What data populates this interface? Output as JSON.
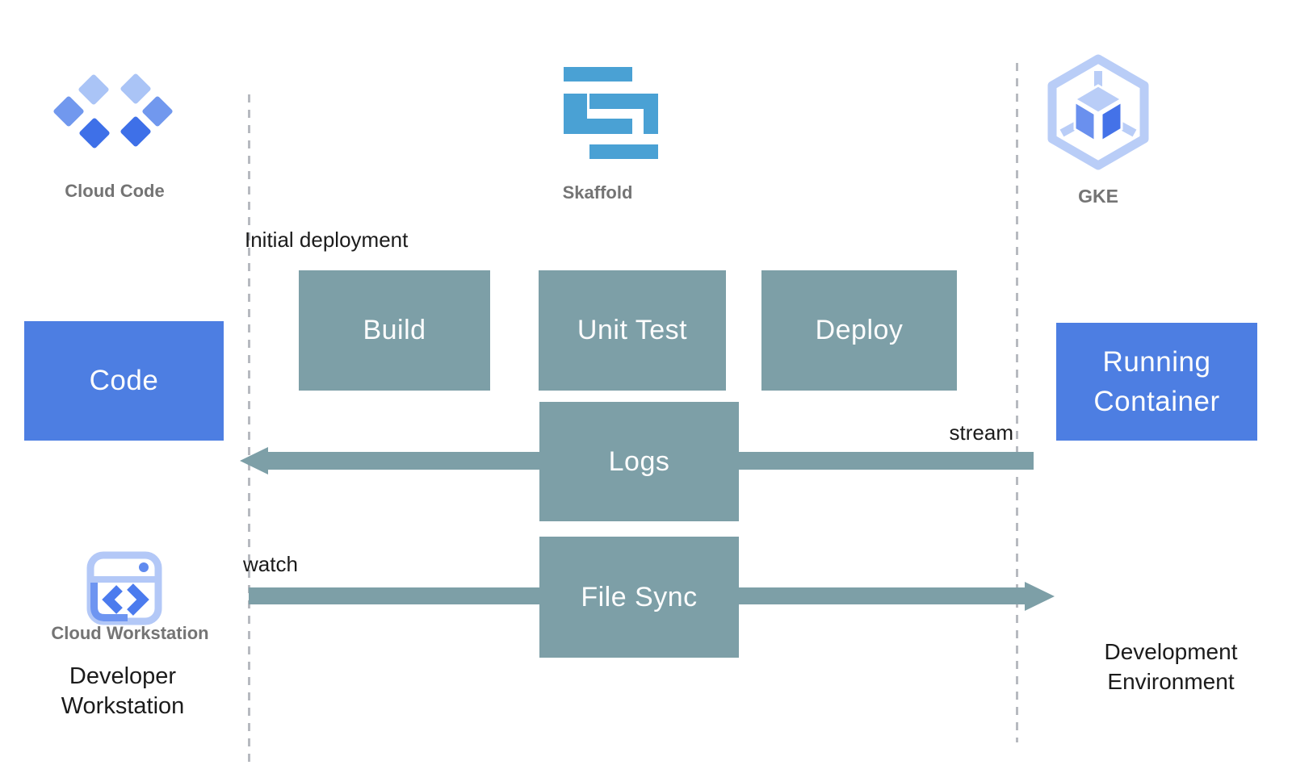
{
  "colors": {
    "node_blue": "#4d7ee2",
    "process_teal": "#7d9fa7",
    "skaffold_blue": "#4aa1d4",
    "logo_light_blue": "#aac4f6",
    "logo_medium_blue": "#7198ee",
    "logo_dark_blue": "#3e70e8",
    "label_gray": "#747474",
    "text_black": "#1b1b1b",
    "dash_gray": "#b7bac0"
  },
  "lanes": {
    "left": {
      "icon": "cloud-code",
      "label": "Cloud Code",
      "workstation_icon": "cloud-workstation",
      "workstation_icon_label": "Cloud Workstation",
      "caption": "Developer Workstation"
    },
    "middle": {
      "icon": "skaffold",
      "label": "Skaffold"
    },
    "right": {
      "icon": "gke",
      "label": "GKE",
      "caption": "Development Environment"
    }
  },
  "nodes": {
    "code": "Code",
    "build": "Build",
    "unit_test": "Unit Test",
    "deploy": "Deploy",
    "logs": "Logs",
    "file_sync": "File Sync",
    "running_container": "Running Container"
  },
  "annotations": {
    "initial_deployment": "Initial deployment",
    "stream": "stream",
    "watch": "watch"
  }
}
